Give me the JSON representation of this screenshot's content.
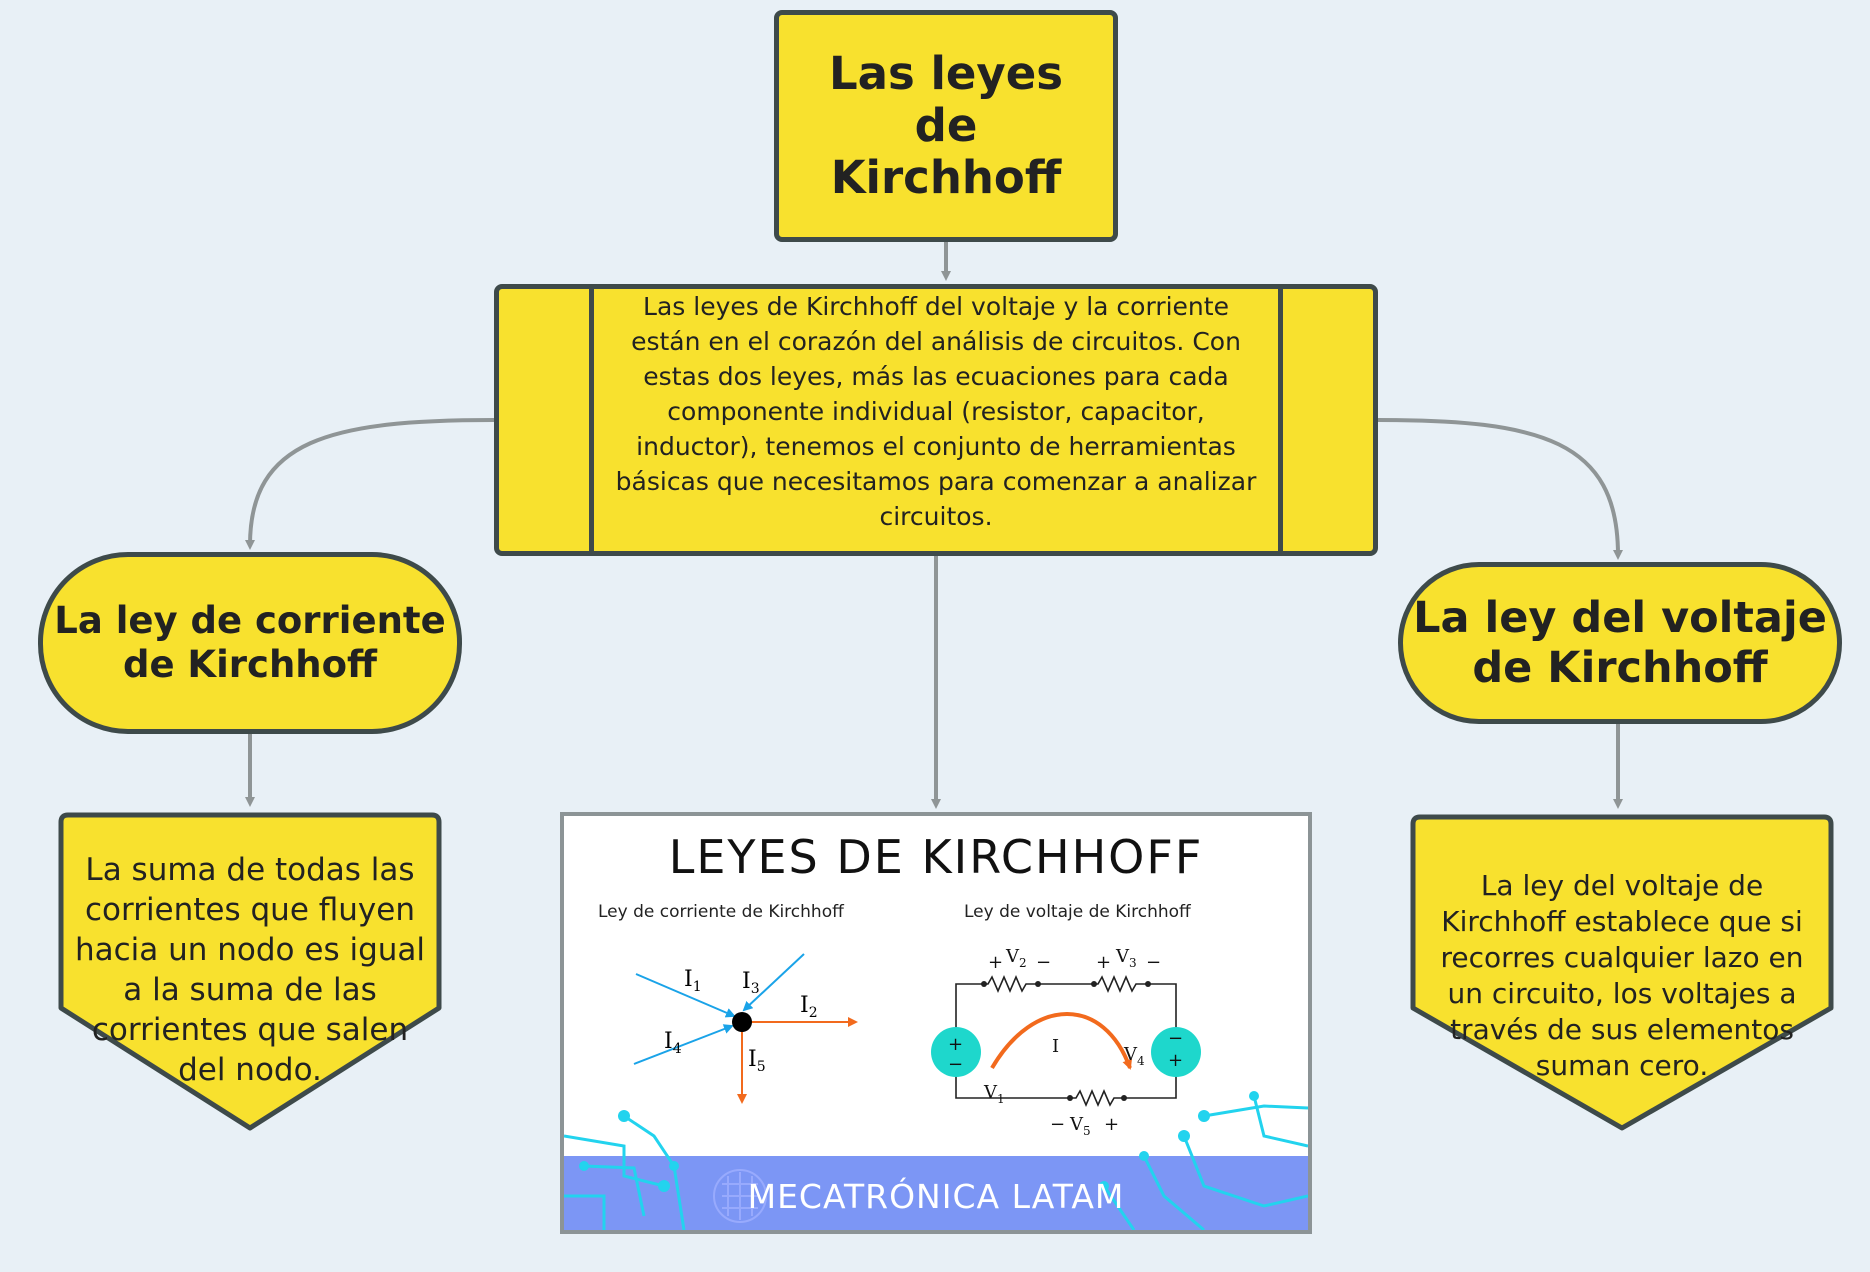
{
  "title": "Las leyes de Kirchhoff",
  "description": "Las leyes de Kirchhoff del voltaje y la corriente están en el corazón del análisis de circuitos. Con estas dos leyes, más las ecuaciones para cada componente individual (resistor, capacitor, inductor), tenemos el conjunto de herramientas básicas que necesitamos para comenzar a analizar circuitos.",
  "left_branch": {
    "title": "La ley de corriente de Kirchhoff",
    "text": "La suma de todas las corrientes que fluyen hacia un nodo es igual a la suma de las corrientes que salen del nodo."
  },
  "right_branch": {
    "title": "La ley del voltaje de Kirchhoff",
    "text": "La ley del voltaje de Kirchhoff establece que si recorres cualquier lazo en un circuito, los voltajes a través de sus elementos suman cero."
  },
  "image": {
    "title": "LEYES DE KIRCHHOFF",
    "subtitle_left": "Ley de corriente de Kirchhoff",
    "subtitle_right": "Ley de voltaje de Kirchhoff",
    "footer": "MECATRÓNICA LATAM",
    "labels": {
      "i1": "I",
      "i1_sub": "1",
      "i2": "I",
      "i2_sub": "2",
      "i3": "I",
      "i3_sub": "3",
      "i4": "I",
      "i4_sub": "4",
      "i5": "I",
      "i5_sub": "5",
      "v1": "V",
      "v1_sub": "1",
      "v2": "V",
      "v2_sub": "2",
      "v3": "V",
      "v3_sub": "3",
      "v4": "V",
      "v4_sub": "4",
      "v5": "V",
      "v5_sub": "5",
      "loop_current": "I",
      "plus": "+",
      "minus": "−"
    }
  },
  "colors": {
    "node_fill": "#f8e12e",
    "node_border": "#3e4a4a",
    "connector": "#8f9596",
    "background": "#e8f0f6",
    "blue_current": "#1aa3e8",
    "orange_current": "#f26a1d",
    "source_fill": "#1ed7cc",
    "footer": "#7c96f5",
    "circuit_traces": "#22d3ee"
  }
}
